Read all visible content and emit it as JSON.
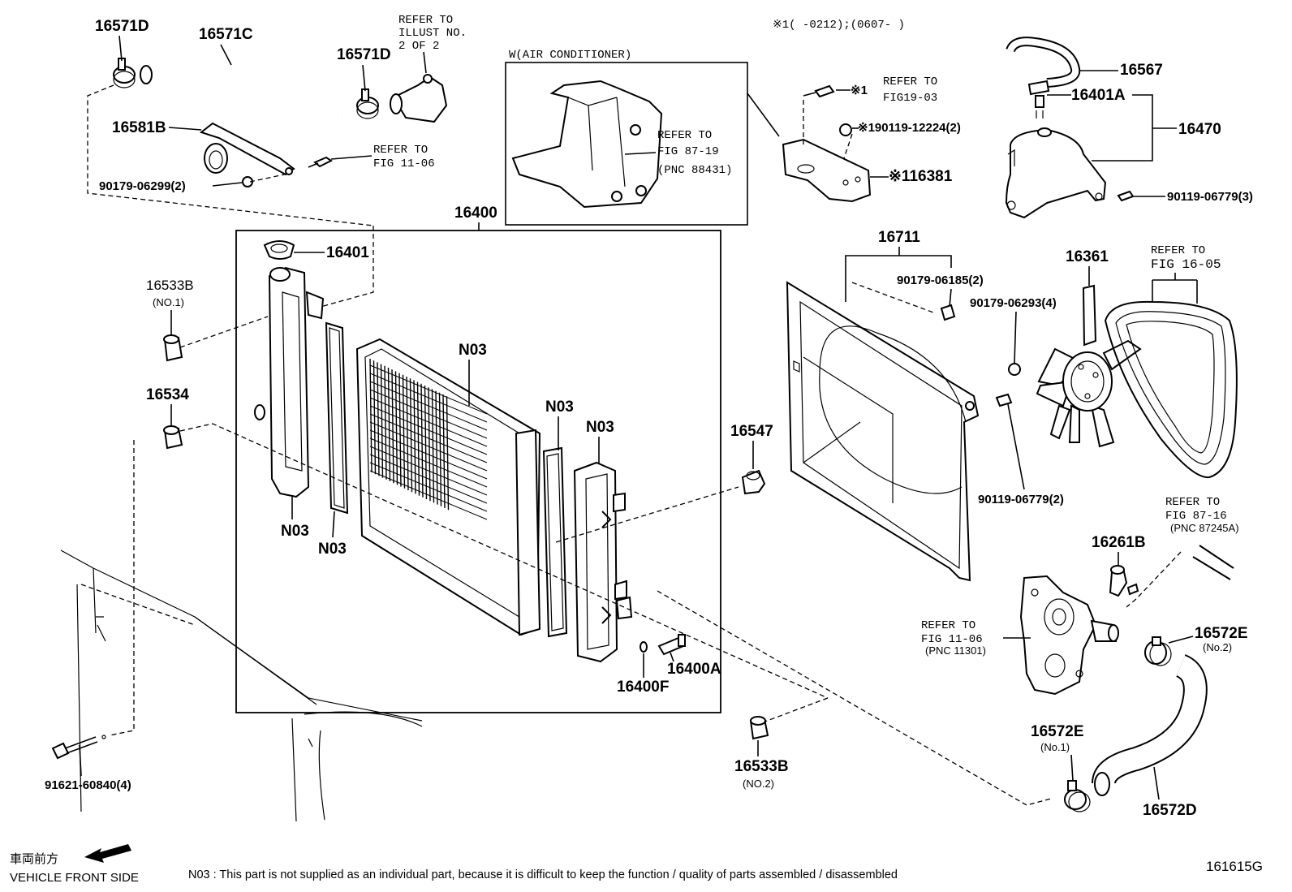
{
  "header": {
    "note_range": "※1(      -0212);(0607-      )"
  },
  "labels": {
    "p16571D_a": "16571D",
    "p16571C": "16571C",
    "p16571D_b": "16571D",
    "ref_illust_1": "REFER TO",
    "ref_illust_2": "ILLUST NO.",
    "ref_illust_3": "2 OF 2",
    "p16581B": "16581B",
    "ref_fig1106_top_1": "REFER TO",
    "ref_fig1106_top_2": "FIG 11-06",
    "p90179_06299": "90179-06299(2)",
    "ac_box_title": "W(AIR CONDITIONER)",
    "ref_8719_1": "REFER TO",
    "ref_8719_2": "FIG 87-19",
    "ref_8719_3": "(PNC 88431)",
    "mark1_a": "※1",
    "ref_1903_1": "REFER TO",
    "ref_1903_2": "FIG19-03",
    "p190119": "※190119-12224(2)",
    "p16381": "※116381",
    "p16567": "16567",
    "p16401A": "16401A",
    "p16470": "16470",
    "p90119_06779_3": "90119-06779(3)",
    "p16400": "16400",
    "p16401": "16401",
    "p16533B_1": "16533B",
    "p16533B_1_sub": "(NO.1)",
    "p16534": "16534",
    "n03_a": "N03",
    "n03_b": "N03",
    "n03_c": "N03",
    "n03_d": "N03",
    "n03_e": "N03",
    "p16547": "16547",
    "p16400A": "16400A",
    "p16400F": "16400F",
    "p16711": "16711",
    "p90179_06185": "90179-06185(2)",
    "p16361": "16361",
    "p90179_06293": "90179-06293(4)",
    "ref_1605_1": "REFER TO",
    "ref_1605_2": "FIG 16-05",
    "p90119_06779_2": "90119-06779(2)",
    "ref_8716_1": "REFER TO",
    "ref_8716_2": "FIG 87-16",
    "ref_8716_3": "(PNC 87245A)",
    "p16261B": "16261B",
    "ref_1106_1": "REFER TO",
    "ref_1106_2": "FIG 11-06",
    "ref_1106_3": "(PNC 11301)",
    "p16572E_2": "16572E",
    "p16572E_2_sub": "(No.2)",
    "p16572E_1": "16572E",
    "p16572E_1_sub": "(No.1)",
    "p16572D": "16572D",
    "p16533B_2": "16533B",
    "p16533B_2_sub": "(NO.2)",
    "p91621": "91621-60840(4)"
  },
  "footer": {
    "vehicle_front_jp": "車両前方",
    "vehicle_front_en": "VEHICLE FRONT SIDE",
    "note": "N03 : This part is not supplied as an individual part, because it is difficult to keep the function / quality of parts assembled / disassembled",
    "figure_code": "161615G"
  }
}
